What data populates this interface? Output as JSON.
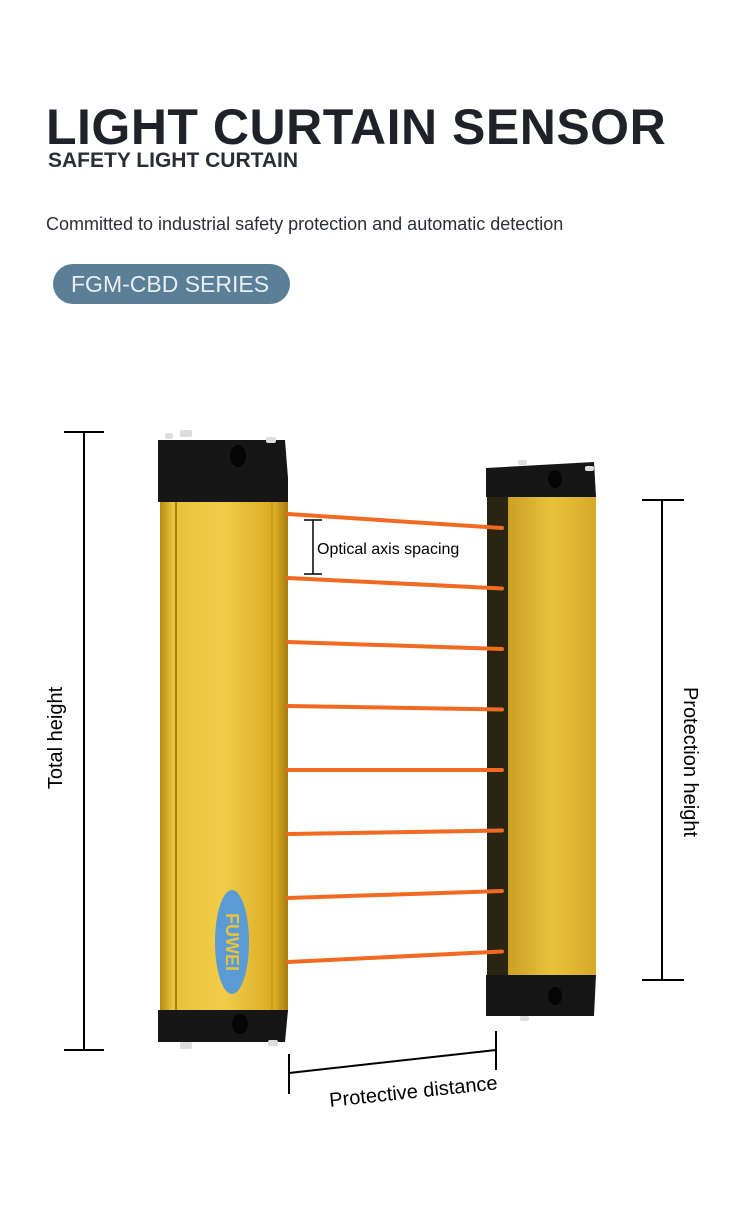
{
  "header": {
    "title": "LIGHT CURTAIN SENSOR",
    "subtitle": "SAFETY LIGHT CURTAIN",
    "tagline": "Committed to industrial safety protection and automatic detection",
    "series_badge": "FGM-CBD SERIES"
  },
  "diagram": {
    "brand_logo": "FUWEI",
    "labels": {
      "optical_axis_spacing": "Optical axis spacing",
      "total_height": "Total height",
      "protection_height": "Protection height",
      "protective_distance": "Protective distance"
    },
    "beam_count": 8,
    "colors": {
      "beam": "#f26a21",
      "housing": "#e0b42c",
      "cap": "#151515",
      "badge": "#5a7f96",
      "logo": "#5b9bd5"
    }
  }
}
